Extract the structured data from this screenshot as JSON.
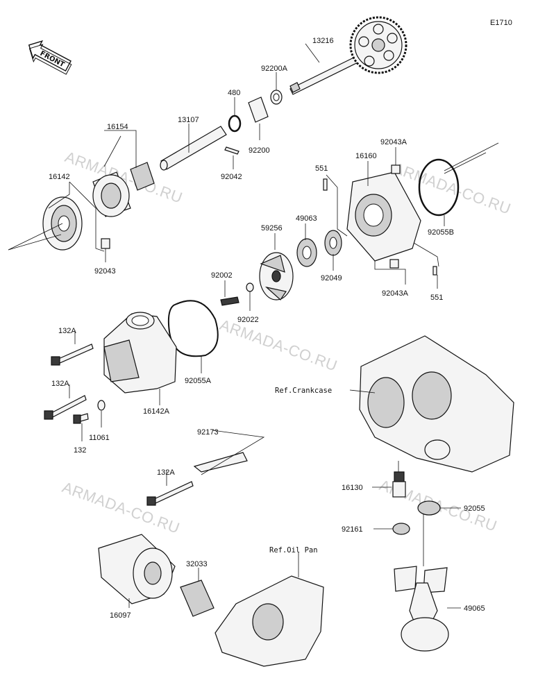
{
  "diagram_code": "E1710",
  "front_label": "FRONT",
  "watermark": "ARMADA-CO.RU",
  "references": {
    "crankcase": "Ref.Crankcase",
    "oil_pan": "Ref.Oil Pan"
  },
  "parts": [
    {
      "id": "p13216",
      "number": "13216"
    },
    {
      "id": "p92200A",
      "number": "92200A"
    },
    {
      "id": "p480",
      "number": "480"
    },
    {
      "id": "p13107",
      "number": "13107"
    },
    {
      "id": "p16154",
      "number": "16154"
    },
    {
      "id": "p92200",
      "number": "92200"
    },
    {
      "id": "p92042",
      "number": "92042"
    },
    {
      "id": "p16142",
      "number": "16142"
    },
    {
      "id": "p92043",
      "number": "92043"
    },
    {
      "id": "p92043A_top",
      "number": "92043A"
    },
    {
      "id": "p16160",
      "number": "16160"
    },
    {
      "id": "p551_top",
      "number": "551"
    },
    {
      "id": "p92055B",
      "number": "92055B"
    },
    {
      "id": "p59256",
      "number": "59256"
    },
    {
      "id": "p49063",
      "number": "49063"
    },
    {
      "id": "p92049",
      "number": "92049"
    },
    {
      "id": "p92043A_bot",
      "number": "92043A"
    },
    {
      "id": "p551_bot",
      "number": "551"
    },
    {
      "id": "p92002",
      "number": "92002"
    },
    {
      "id": "p92022",
      "number": "92022"
    },
    {
      "id": "p132A_1",
      "number": "132A"
    },
    {
      "id": "p132A_2",
      "number": "132A"
    },
    {
      "id": "p92055A",
      "number": "92055A"
    },
    {
      "id": "p16142A",
      "number": "16142A"
    },
    {
      "id": "p11061",
      "number": "11061"
    },
    {
      "id": "p132",
      "number": "132"
    },
    {
      "id": "p92173",
      "number": "92173"
    },
    {
      "id": "p132A_3",
      "number": "132A"
    },
    {
      "id": "p16130",
      "number": "16130"
    },
    {
      "id": "p92055",
      "number": "92055"
    },
    {
      "id": "p92161",
      "number": "92161"
    },
    {
      "id": "p32033",
      "number": "32033"
    },
    {
      "id": "p16097",
      "number": "16097"
    },
    {
      "id": "p49065",
      "number": "49065"
    }
  ]
}
